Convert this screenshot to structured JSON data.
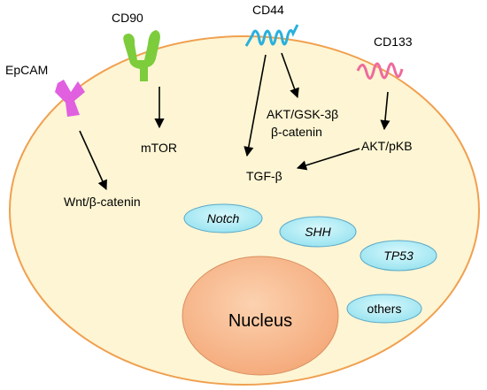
{
  "receptors": {
    "epcam": "EpCAM",
    "cd90": "CD90",
    "cd44": "CD44",
    "cd133": "CD133"
  },
  "pathways": {
    "wnt": "Wnt/β-catenin",
    "mtor": "mTOR",
    "akt_gsk_line1": "AKT/GSK-3β",
    "akt_gsk_line2": "β-catenin",
    "tgf": "TGF-β",
    "akt_pkb": "AKT/pKB"
  },
  "genes": {
    "notch": "Notch",
    "shh": "SHH",
    "tp53": "TP53",
    "others": "others"
  },
  "nucleus": "Nucleus",
  "colors": {
    "cell_fill": "#fdf5d3",
    "cell_border": "#f0a050",
    "epcam": "#e060e0",
    "cd90": "#7ccc3c",
    "cd44": "#29b0dd",
    "cd133": "#ee6a9c",
    "gene_fill": "#a6ecf6",
    "nucleus_fill": "#f9b98b"
  }
}
